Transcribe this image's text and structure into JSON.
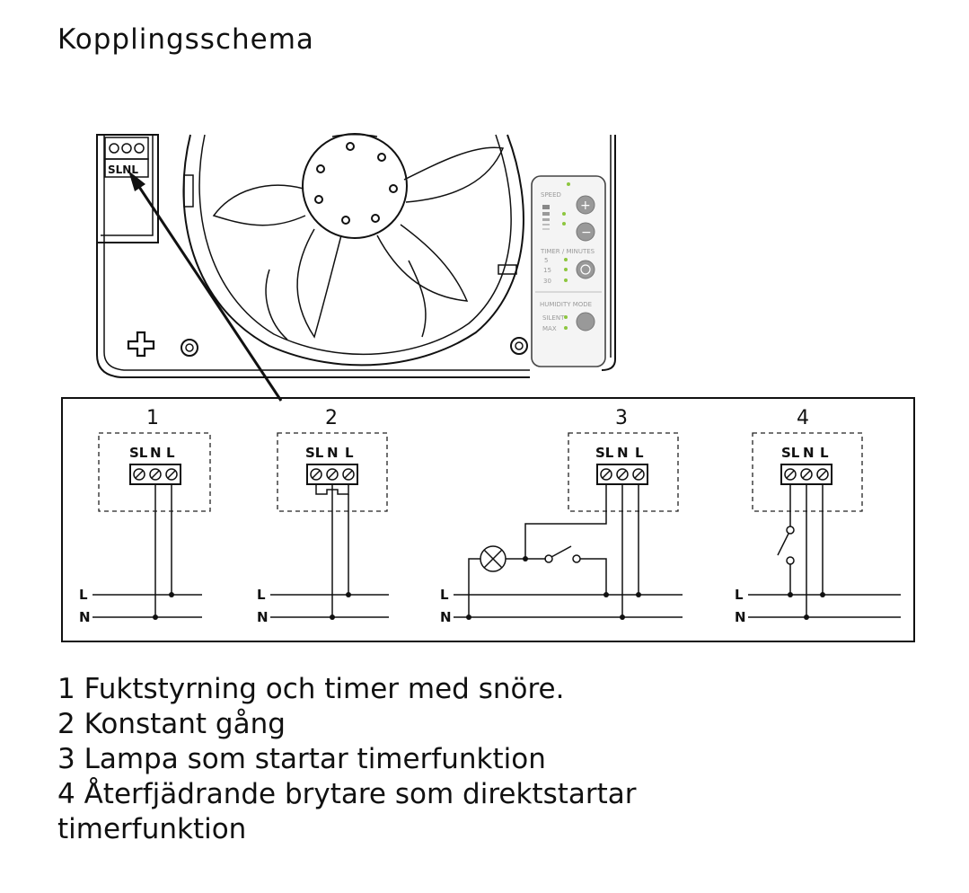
{
  "title": "Kopplingsschema",
  "device": {
    "terminal_label": "SLNL",
    "panel": {
      "speed": "SPEED",
      "timer": "TIMER / MINUTES",
      "timer_values": [
        "5",
        "15",
        "30"
      ],
      "humidity": "HUMIDITY MODE",
      "modes": [
        "SILENT",
        "MAX"
      ]
    }
  },
  "diagrams": [
    {
      "number": "1",
      "terminals": [
        "SL",
        "N",
        "L"
      ]
    },
    {
      "number": "2",
      "terminals": [
        "SL",
        "N",
        "L"
      ]
    },
    {
      "number": "3",
      "terminals": [
        "SL",
        "N",
        "L"
      ]
    },
    {
      "number": "4",
      "terminals": [
        "SL",
        "N",
        "L"
      ]
    }
  ],
  "lines": {
    "live": "L",
    "neutral": "N"
  },
  "legend": [
    "1 Fuktstyrning och timer med snöre.",
    "2 Konstant gång",
    "3 Lampa som startar timerfunktion",
    "4 Återfjädrande brytare som direktstartar",
    "timerfunktion"
  ]
}
